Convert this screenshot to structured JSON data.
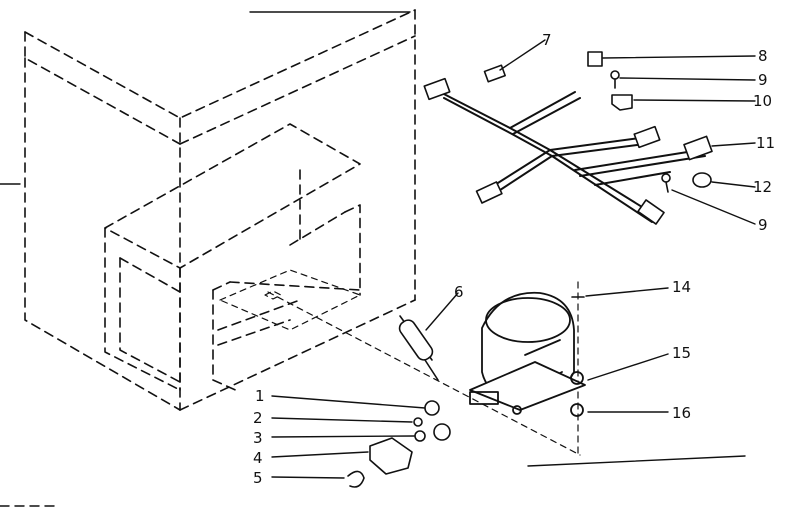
{
  "diagram": {
    "ink_color": "#111111",
    "background_color": "#ffffff",
    "callouts": [
      {
        "id": "c1",
        "label": "1"
      },
      {
        "id": "c2",
        "label": "2"
      },
      {
        "id": "c3",
        "label": "3"
      },
      {
        "id": "c4",
        "label": "4"
      },
      {
        "id": "c5",
        "label": "5"
      },
      {
        "id": "c6",
        "label": "6"
      },
      {
        "id": "c7",
        "label": "7"
      },
      {
        "id": "c8",
        "label": "8"
      },
      {
        "id": "c9a",
        "label": "9"
      },
      {
        "id": "c10",
        "label": "10"
      },
      {
        "id": "c11",
        "label": "11"
      },
      {
        "id": "c12",
        "label": "12"
      },
      {
        "id": "c9b",
        "label": "9"
      },
      {
        "id": "c14",
        "label": "14"
      },
      {
        "id": "c15",
        "label": "15"
      },
      {
        "id": "c16",
        "label": "16"
      }
    ]
  }
}
